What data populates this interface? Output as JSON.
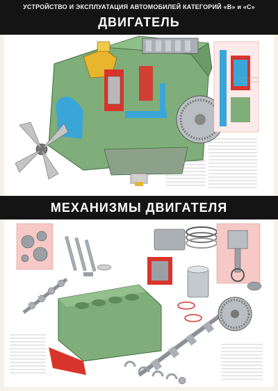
{
  "header": {
    "series_title": "УСТРОЙСТВО И ЭКСПЛУАТАЦИЯ АВТОМОБИЛЕЙ КАТЕГОРИЙ «B» и «C»",
    "section1_title": "ДВИГАТЕЛЬ",
    "section2_title": "МЕХАНИЗМЫ ДВИГАТЕЛЯ"
  },
  "colors": {
    "band": "#141414",
    "engine_green": "#7fae7a",
    "coolant_blue": "#3aa6d8",
    "oil_yellow": "#e8b52e",
    "cutaway_red": "#d9342b",
    "inset_pink": "#f6c9c6",
    "metal_grey": "#9aa0a6"
  },
  "illustrations": {
    "engine_cutaway": "engine-cutaway-illustration",
    "cooling_inset": "cooling-system-inset",
    "timing_gears": "timing-gears-inset",
    "valve_train": "valve-train-parts",
    "cylinder_block": "cylinder-block-illustration",
    "piston_rod": "piston-connecting-rod-parts",
    "crankshaft": "crankshaft-flywheel-parts"
  }
}
